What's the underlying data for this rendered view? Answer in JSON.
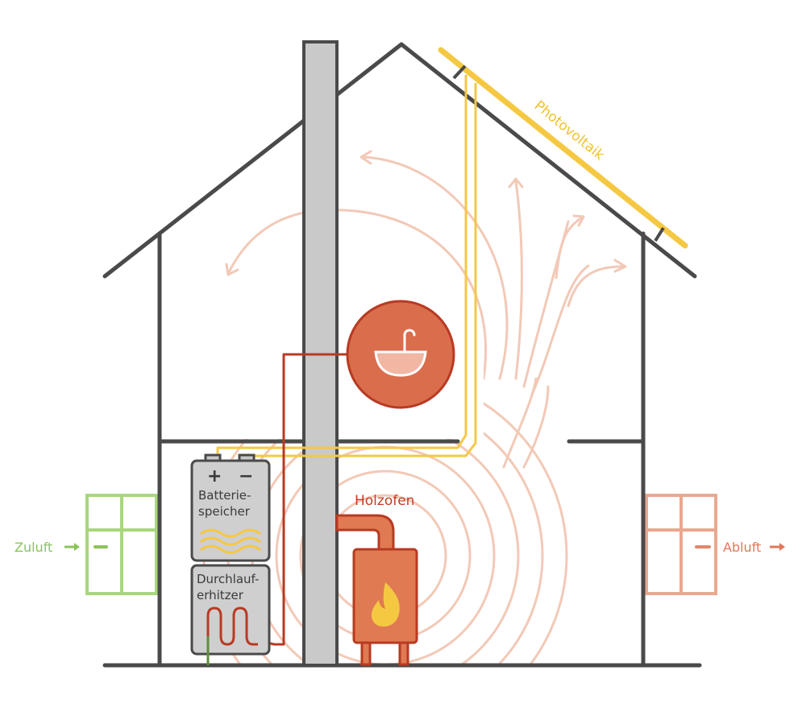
{
  "labels": {
    "photovoltaik": "Photovoltaik",
    "battery_line1": "Batterie-",
    "battery_line2": "speicher",
    "heater_line1": "Durchlauf-",
    "heater_line2": "erhitzer",
    "holzofen": "Holzofen",
    "zuluft": "Zuluft",
    "abluft": "Abluft",
    "battery_plus": "+",
    "battery_minus": "−"
  },
  "icons": {
    "sink": "sink-icon",
    "flame": "flame-icon",
    "battery_waves": "heat-waves-icon",
    "heater_coil": "heating-coil-icon"
  },
  "colors": {
    "house_outline": "#4a4a4a",
    "chimney": "#c8c8c8",
    "solar": "#f5c842",
    "hot_water_pipe": "#b83a22",
    "stove": "#e07a52",
    "sink_circle": "#d96d4c",
    "air_flow": "#f0c4b0",
    "fresh_air": "#9fcf6e",
    "exhaust_air": "#e0876a"
  }
}
